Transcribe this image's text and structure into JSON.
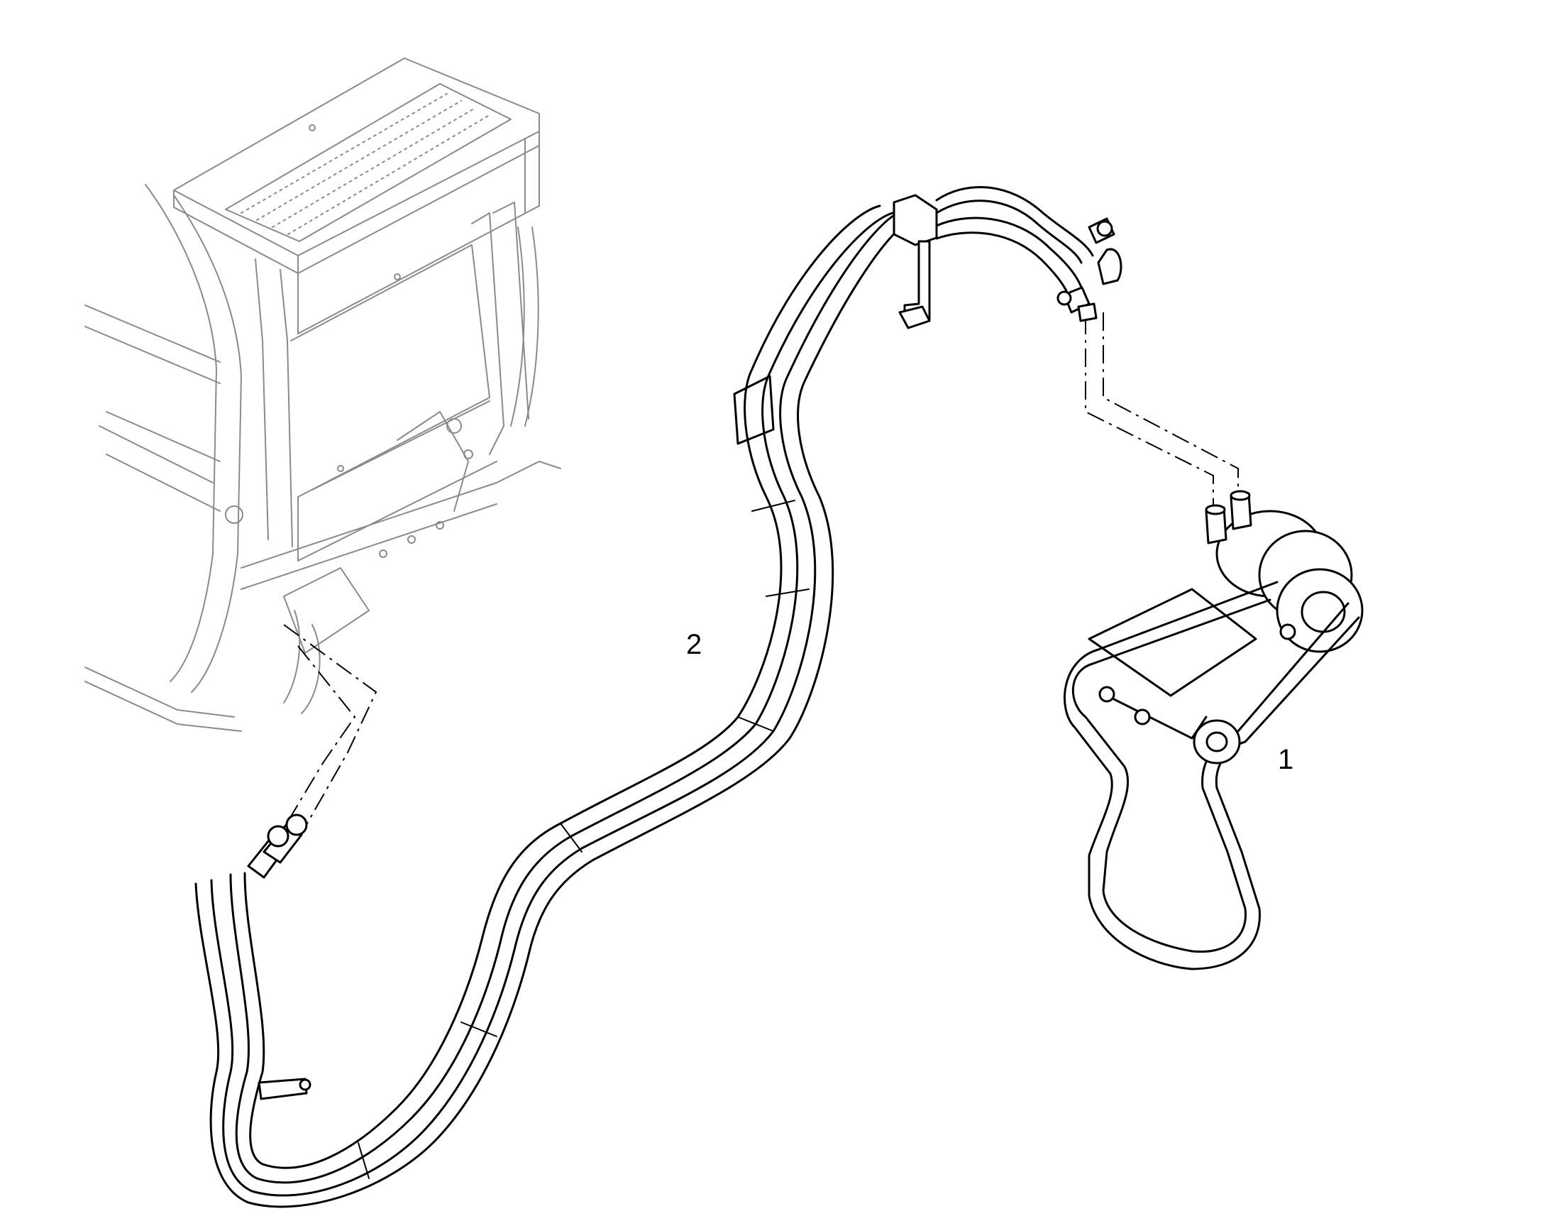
{
  "diagram": {
    "callouts": [
      {
        "id": "1",
        "label": "1"
      },
      {
        "id": "2",
        "label": "2"
      }
    ],
    "colors": {
      "line": "#000000",
      "background_structure": "#8a8a8a",
      "background": "#ffffff"
    }
  }
}
